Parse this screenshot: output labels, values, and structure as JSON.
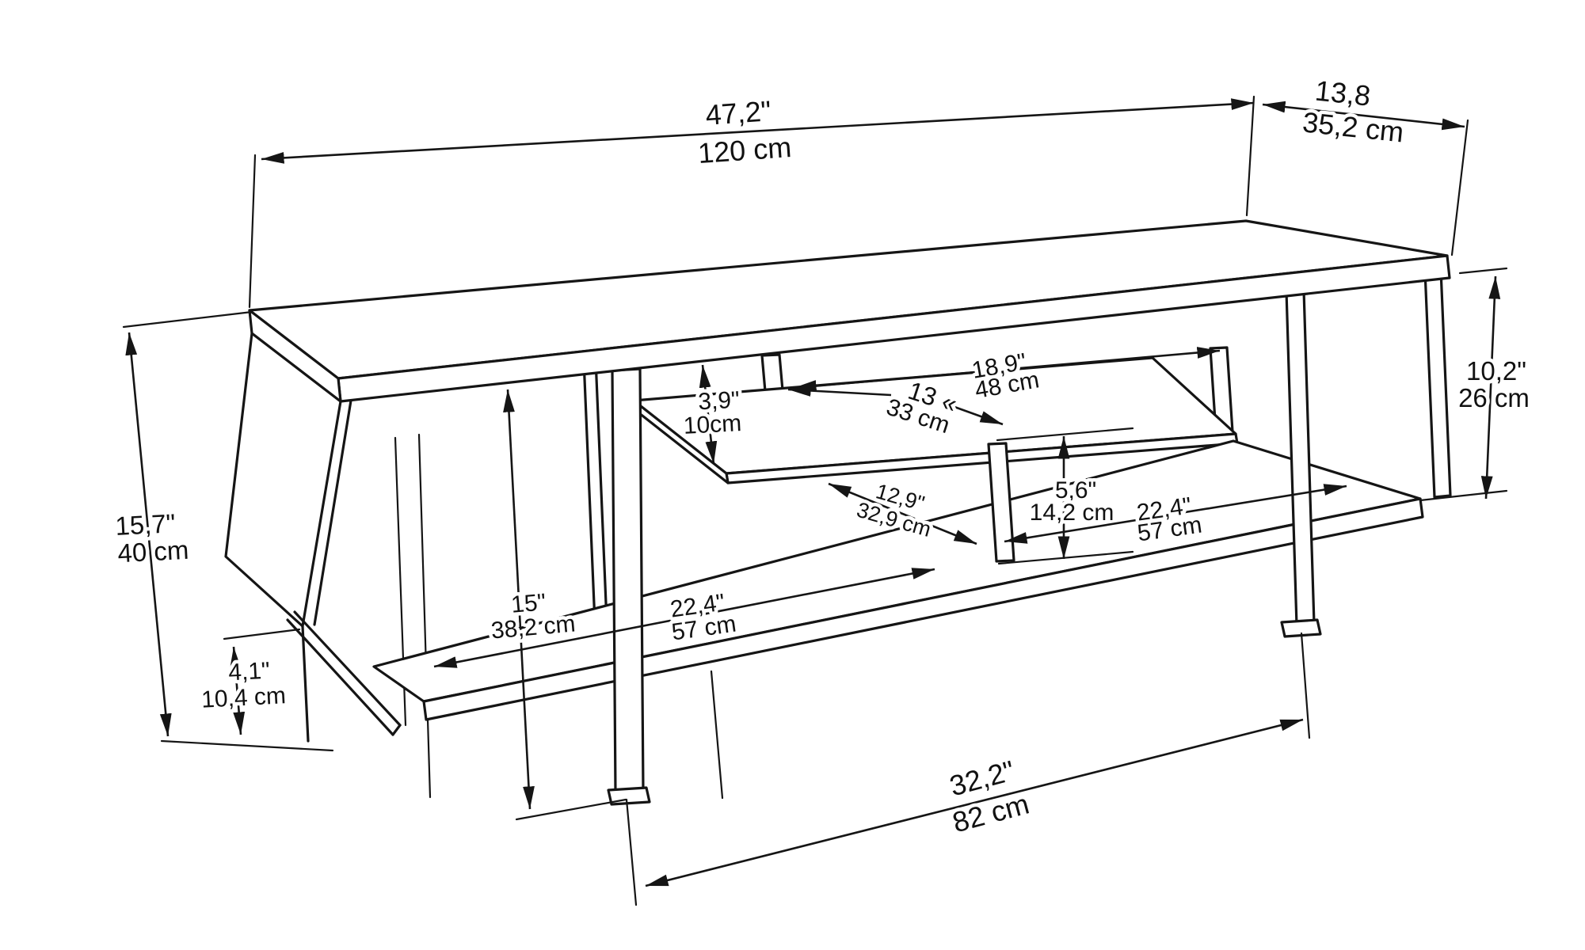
{
  "drawing": {
    "type": "furniture dimensional drawing",
    "subject": "TV stand wireframe, isometric view",
    "units": [
      "inches",
      "cm"
    ],
    "colors": {
      "background": "#ffffff",
      "line": "#151515",
      "text": "#111111"
    }
  },
  "dims": {
    "width_top": {
      "in": "47,2\"",
      "cm": "120 cm",
      "meaning": "overall width (top panel)"
    },
    "depth_top": {
      "in": "13,8",
      "cm": "35,2 cm",
      "meaning": "overall depth (top panel)"
    },
    "right_open_h": {
      "in": "10,2\"",
      "cm": "26 cm",
      "meaning": "right opening height"
    },
    "left_h": {
      "in": "15,7\"",
      "cm": "40 cm",
      "meaning": "overall height at left side"
    },
    "foot_h": {
      "in": "4,1\"",
      "cm": "10,4 cm",
      "meaning": "foot / plinth height"
    },
    "gap_top": {
      "in": "3,9\"",
      "cm": "10cm",
      "meaning": "gap under top panel"
    },
    "media_w": {
      "in": "18,9\"",
      "cm": "48 cm",
      "meaning": "media shelf compartment width"
    },
    "shelf_depth": {
      "in": "13 «",
      "cm": "33 cm",
      "meaning": "shelf depth"
    },
    "diag": {
      "in": "12,9\"",
      "cm": "32,9 cm",
      "meaning": "diagonal opening"
    },
    "right_shelf_h": {
      "in": "5,6\"",
      "cm": "14,2 cm",
      "meaning": "height above bottom shelf, right"
    },
    "right_open_w": {
      "in": "22,4\"",
      "cm": "57 cm",
      "meaning": "right compartment width"
    },
    "left_open_h": {
      "in": "15\"",
      "cm": "38,2 cm",
      "meaning": "open height floor to top panel"
    },
    "center_open_w": {
      "in": "22,4\"",
      "cm": "57 cm",
      "meaning": "center compartment width"
    },
    "floor_span": {
      "in": "32,2\"",
      "cm": "82 cm",
      "meaning": "clear span between legs at floor"
    }
  }
}
